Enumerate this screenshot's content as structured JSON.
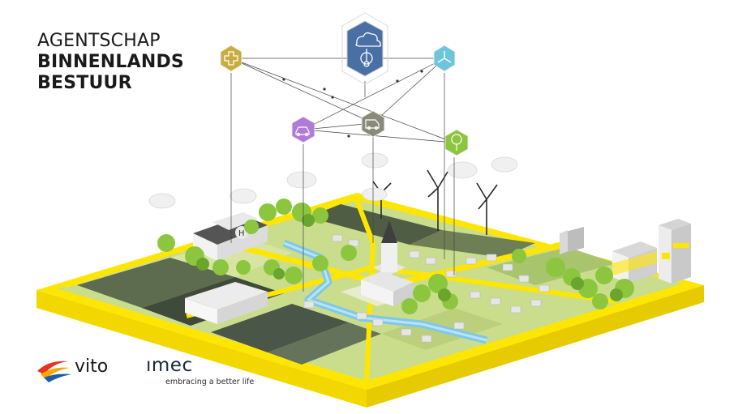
{
  "title": {
    "line1": "AGENTSCHAP",
    "line2": "BINNENLANDS",
    "line3": "BESTUUR"
  },
  "logos": {
    "vito": "vito",
    "imec": "ımec",
    "imec_tagline": "embracing a better life"
  },
  "colors": {
    "accent_yellow": "#ffe400",
    "grass": "#c8dc8a",
    "field_dark": "#5a6a4a",
    "water": "#6ec3e8",
    "tree": "#8cc63f",
    "hex_care": "#c9ab3e",
    "hex_climate": "#4a6fa5",
    "hex_energy": "#6cc4dd",
    "hex_mobility": "#b07ad8",
    "hex_transport": "#8a8a7a",
    "hex_green": "#8cc63f"
  },
  "icons": [
    "first-aid-cross-icon",
    "cloud-thermometer-icon",
    "wind-turbine-icon",
    "electric-car-icon",
    "delivery-van-icon",
    "tree-icon"
  ]
}
